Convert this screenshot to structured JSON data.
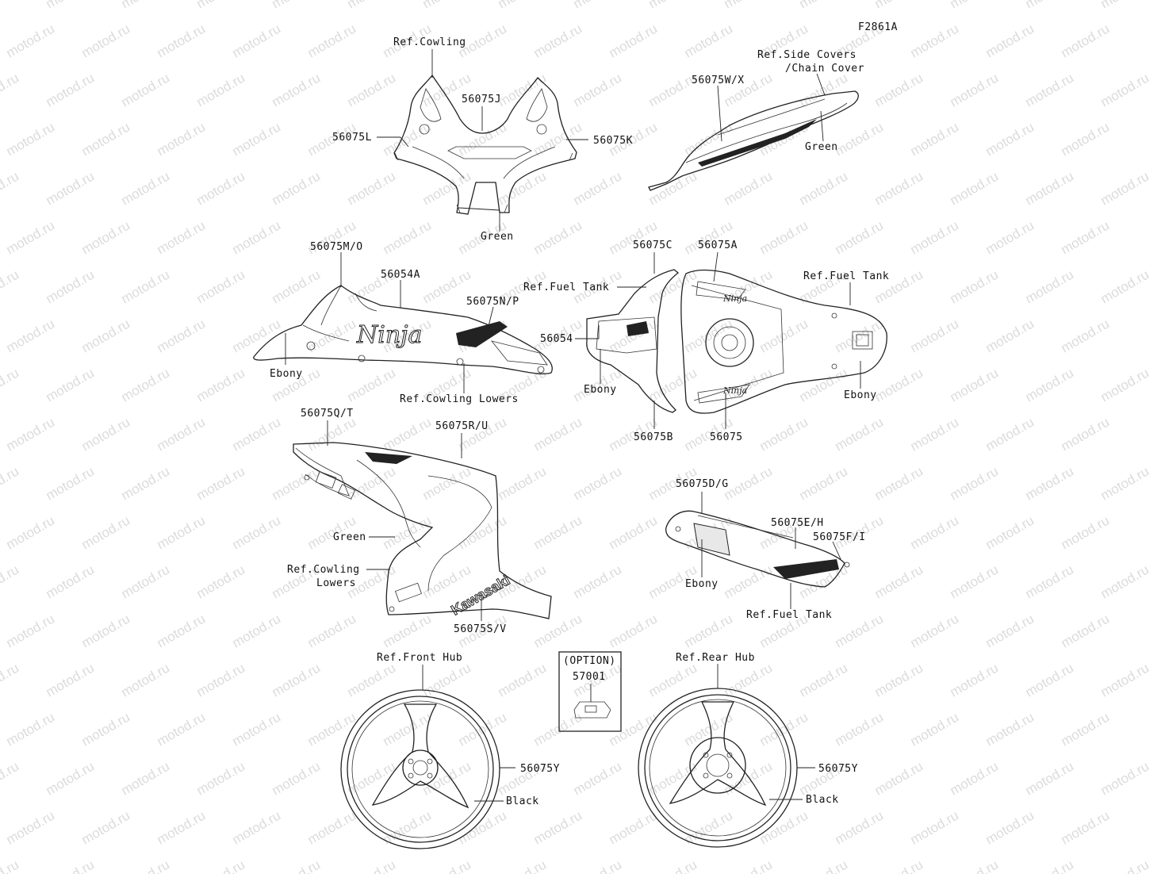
{
  "figure_code": "F2861A",
  "watermark": "motod.ru",
  "labels": {
    "ref_cowling": "Ref.Cowling",
    "p56075j": "56075J",
    "p56075l": "56075L",
    "p56075k": "56075K",
    "green_cowl": "Green",
    "ref_side_covers_1": "Ref.Side Covers",
    "ref_side_covers_2": "/Chain Cover",
    "p56075wx": "56075W/X",
    "green_side": "Green",
    "p56075mo": "56075M/O",
    "p56054a": "56054A",
    "p56075np": "56075N/P",
    "ebony_upper": "Ebony",
    "ref_cowling_lowers_upper": "Ref.Cowling Lowers",
    "p56075c": "56075C",
    "p56075a": "56075A",
    "ref_fuel_tank_left": "Ref.Fuel Tank",
    "ref_fuel_tank_right": "Ref.Fuel Tank",
    "p56054": "56054",
    "ebony_tank_left": "Ebony",
    "ebony_tank_right": "Ebony",
    "p56075b": "56075B",
    "p56075": "56075",
    "p56075qt": "56075Q/T",
    "p56075ru": "56075R/U",
    "green_lower": "Green",
    "ref_cowling_lowers_1": "Ref.Cowling",
    "ref_cowling_lowers_2": "Lowers",
    "p56075sv": "56075S/V",
    "p56075dg": "56075D/G",
    "p56075eh": "56075E/H",
    "p56075fi": "56075F/I",
    "ebony_cover": "Ebony",
    "ref_fuel_tank_bottom": "Ref.Fuel Tank",
    "ref_front_hub": "Ref.Front Hub",
    "option_1": "(OPTION)",
    "option_2": "57001",
    "ref_rear_hub": "Ref.Rear Hub",
    "p56075y_front": "56075Y",
    "p56075y_rear": "56075Y",
    "black_front": "Black",
    "black_rear": "Black"
  }
}
